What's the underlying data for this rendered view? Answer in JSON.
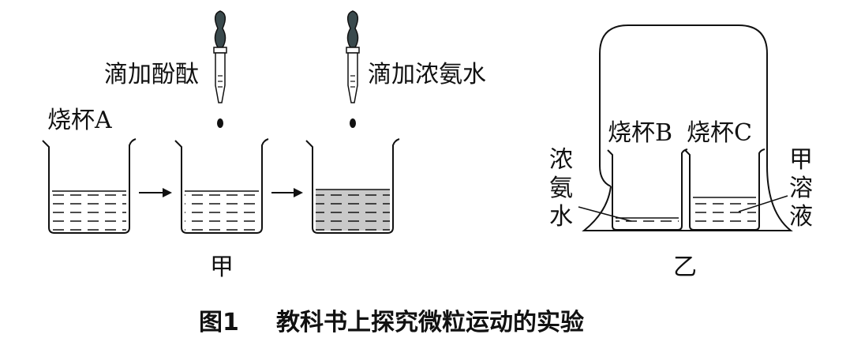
{
  "diagram": {
    "labels": {
      "beaker_a": "烧杯A",
      "add_phenolphthalein": "滴加酚酞",
      "add_ammonia": "滴加浓氨水",
      "panel_jia": "甲",
      "beaker_b": "烧杯B",
      "beaker_c": "烧杯C",
      "ammonia_char1": "浓",
      "ammonia_char2": "氨",
      "ammonia_char3": "水",
      "solution_char1": "甲",
      "solution_char2": "溶",
      "solution_char3": "液",
      "panel_yi": "乙"
    },
    "caption": {
      "number": "图1",
      "title": "教科书上探究微粒运动的实验"
    },
    "colors": {
      "line": "#111111",
      "dropper_bulb": "#3a4a4d",
      "pink_solution": "#c9c9c9"
    }
  }
}
